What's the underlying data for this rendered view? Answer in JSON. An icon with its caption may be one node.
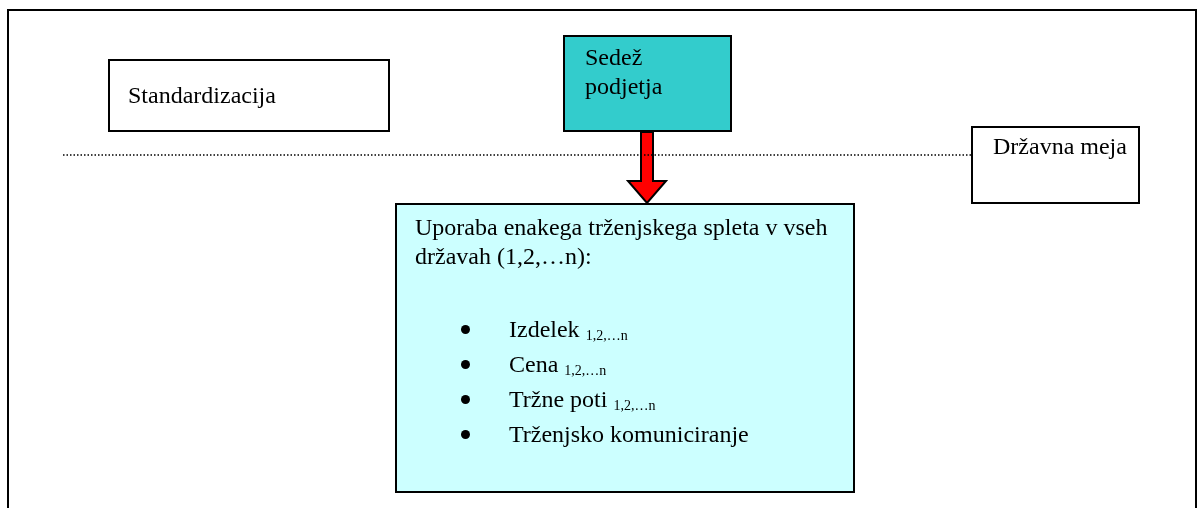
{
  "diagram": {
    "nodes": [
      {
        "text": [
          "Standardizacija"
        ]
      },
      {
        "text": [
          "Sedež podjetja"
        ]
      },
      {
        "text": [
          "Državna meja"
        ]
      },
      {
        "text": [
          "Uporaba enakega trženjskega spleta v vseh državah (1,2,…n):",
          "Izdelek $_{1,2,…n}$",
          "Cena $_{1,2,…n}$",
          "Tržne poti $_{1,2,…n}$",
          "Trženjsko komuniciranje"
        ]
      }
    ],
    "edges": [
      {
        "from": 1,
        "to": 3,
        "arrow": "to",
        "style": "thick",
        "color": "#ff0000"
      },
      {
        "from": 2,
        "to": null,
        "arrow": "none",
        "style": "dashed"
      }
    ]
  }
}
